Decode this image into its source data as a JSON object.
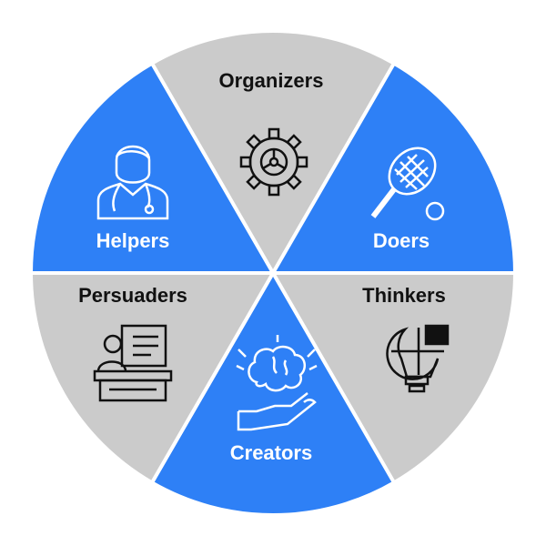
{
  "colors": {
    "blue": "#2e80f6",
    "gray": "#cbcbcb",
    "dark_text": "#111111",
    "light_text": "#ffffff"
  },
  "segments": [
    {
      "label": "Organizers",
      "icon": "gear-icon",
      "fill": "gray"
    },
    {
      "label": "Doers",
      "icon": "tennis-racket-icon",
      "fill": "blue"
    },
    {
      "label": "Thinkers",
      "icon": "lightbulb-puzzle-icon",
      "fill": "gray"
    },
    {
      "label": "Creators",
      "icon": "brain-hand-icon",
      "fill": "blue"
    },
    {
      "label": "Persuaders",
      "icon": "presenter-icon",
      "fill": "gray"
    },
    {
      "label": "Helpers",
      "icon": "doctor-icon",
      "fill": "blue"
    }
  ]
}
